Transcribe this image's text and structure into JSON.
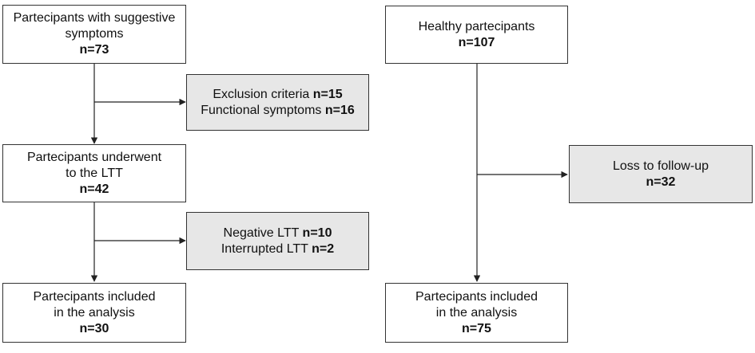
{
  "left": {
    "start": {
      "line1": "Partecipants with suggestive",
      "line2": "symptoms",
      "count": "n=73"
    },
    "exclusion": {
      "line1_text": "Exclusion criteria ",
      "line1_count": "n=15",
      "line2_text": "Functional symptoms ",
      "line2_count": "n=16"
    },
    "ltt": {
      "line1": "Partecipants underwent",
      "line2": "to the LTT",
      "count": "n=42"
    },
    "negative": {
      "line1_text": "Negative LTT ",
      "line1_count": "n=10",
      "line2_text": "Interrupted LTT ",
      "line2_count": "n=2"
    },
    "included": {
      "line1": "Partecipants included",
      "line2": "in the analysis",
      "count": "n=30"
    }
  },
  "right": {
    "start": {
      "line1": "Healthy partecipants",
      "count": "n=107"
    },
    "loss": {
      "line1": "Loss to follow-up",
      "count": "n=32"
    },
    "included": {
      "line1": "Partecipants included",
      "line2": "in the analysis",
      "count": "n=75"
    }
  },
  "colors": {
    "box_border": "#333333",
    "side_box_fill": "#e7e7e7",
    "arrow": "#222222"
  }
}
